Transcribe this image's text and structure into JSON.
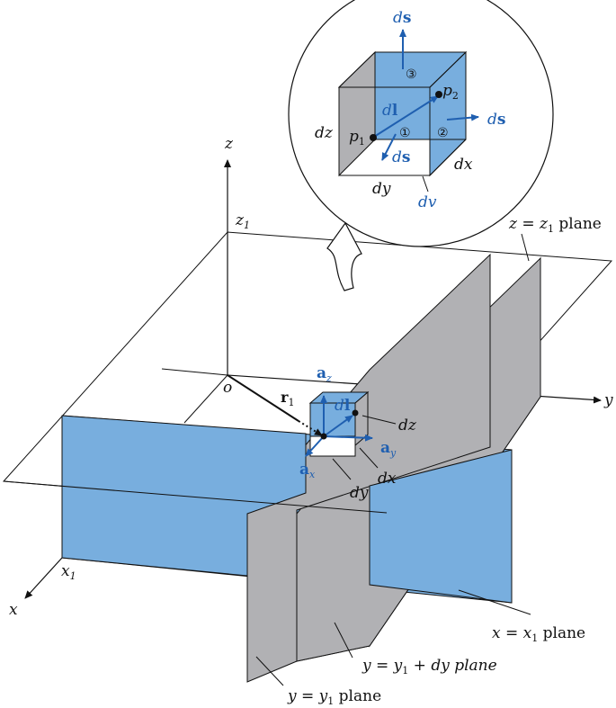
{
  "axes": {
    "x": "x",
    "y": "y",
    "z": "z",
    "origin": "o",
    "x1": "x",
    "x1_sub": "1",
    "z1": "z",
    "z1_sub": "1",
    "r1": "r",
    "r1_sub": "1"
  },
  "vectors": {
    "az": "a",
    "az_sub": "z",
    "ay": "a",
    "ay_sub": "y",
    "ax": "a",
    "ax_sub": "x",
    "dl_d": "d",
    "dl_l": "l"
  },
  "small_element": {
    "dz": "dz",
    "dx": "dx",
    "dy": "dy"
  },
  "planes": {
    "z_plane": {
      "a": "z = z",
      "sub": "1",
      "b": " plane"
    },
    "x_plane": {
      "a": "x = x",
      "sub": "1",
      "b": " plane"
    },
    "ydy_plane": {
      "a": "y = y",
      "sub": "1",
      "b": " + dy plane"
    },
    "y_plane": {
      "a": "y = y",
      "sub": "1",
      "b": " plane"
    }
  },
  "inset": {
    "ds": "ds",
    "ds_d": "d",
    "ds_s": "s",
    "dl_d": "d",
    "dl_l": "l",
    "p1": "p",
    "p1_sub": "1",
    "p2": "p",
    "p2_sub": "2",
    "dz": "dz",
    "dx": "dx",
    "dy": "dy",
    "dv": "dv",
    "face1": "①",
    "face2": "②",
    "face3": "③"
  },
  "colors": {
    "blue": "#78aede",
    "gray": "#b1b1b4",
    "arrow": "#1f5fb0"
  }
}
